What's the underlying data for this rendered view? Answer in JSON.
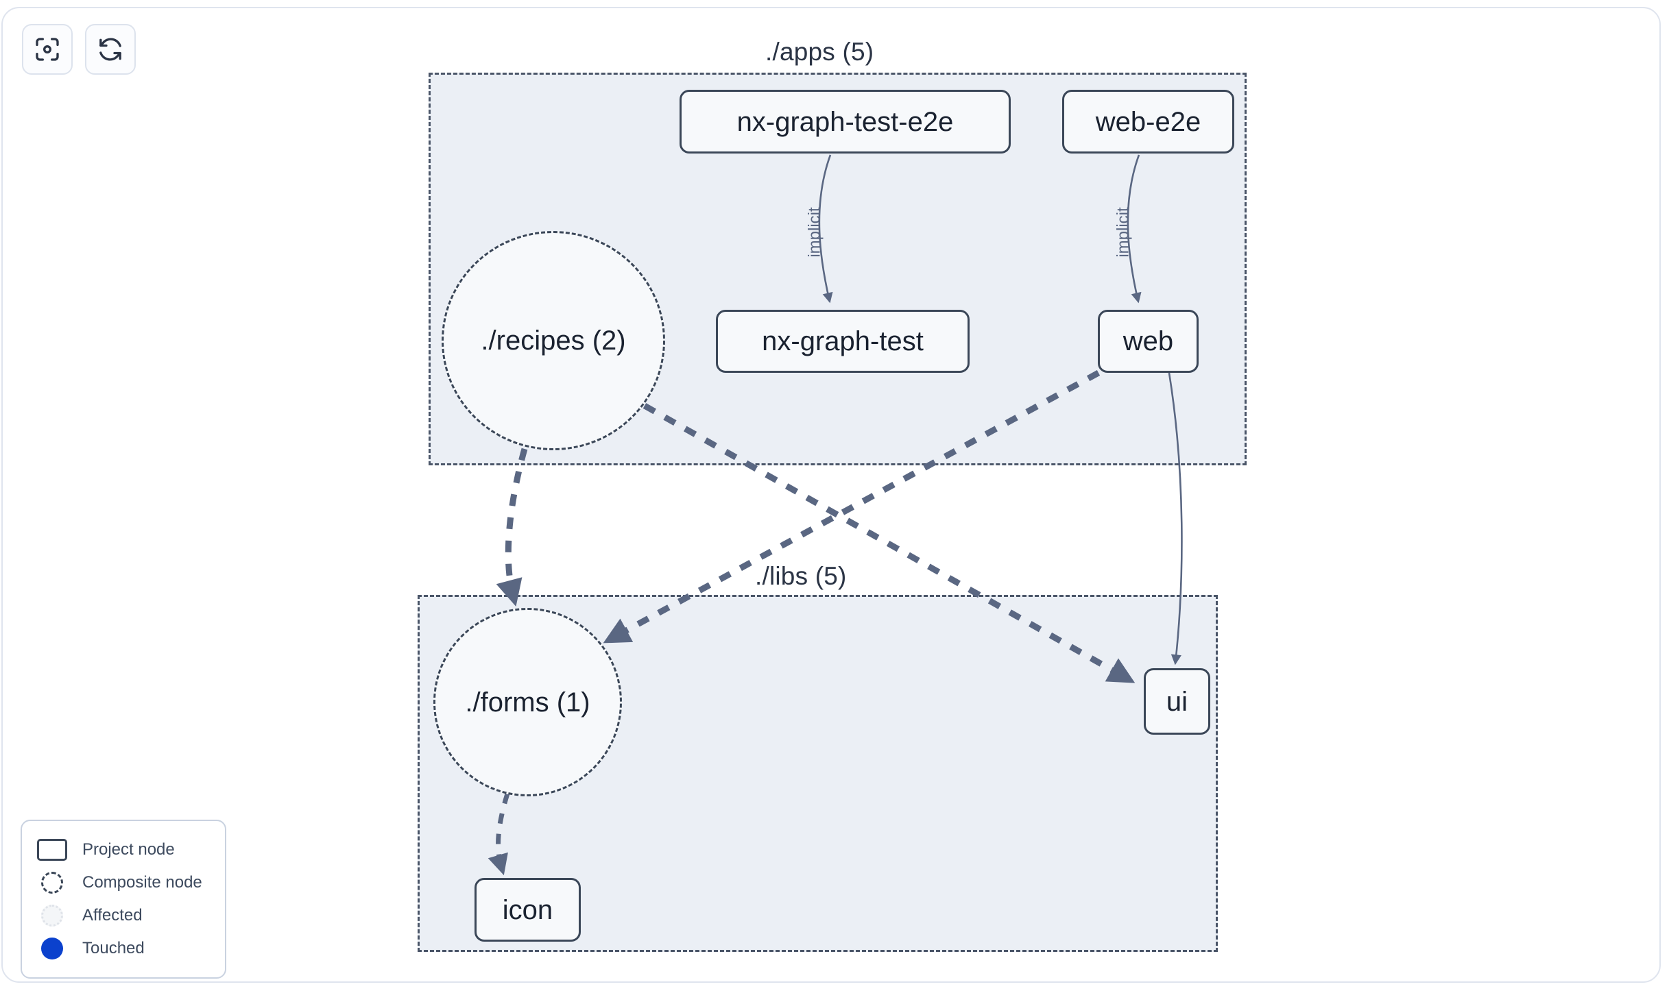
{
  "toolbar": {
    "buttons": [
      {
        "name": "focus-graph-button",
        "icon": "focus-scan-icon",
        "label": ""
      },
      {
        "name": "refresh-graph-button",
        "icon": "refresh-icon",
        "label": ""
      }
    ]
  },
  "colors": {
    "group_fill": "#ebeff5",
    "group_border": "#4a5568",
    "node_fill": "#f7f9fb",
    "node_border": "#3b4758",
    "node_text": "#1a2230",
    "edge_stroke": "#5a6782",
    "edge_label_text": "#5a6782",
    "touched_blue": "#0b41cd",
    "card_border": "#dfe4ee",
    "page_background": "#ffffff"
  },
  "graph": {
    "groups": [
      {
        "id": "apps",
        "label": "./apps (5)"
      },
      {
        "id": "libs",
        "label": "./libs (5)"
      }
    ],
    "nodes": [
      {
        "id": "nx-graph-test-e2e",
        "label": "nx-graph-test-e2e",
        "type": "project",
        "group": "apps"
      },
      {
        "id": "web-e2e",
        "label": "web-e2e",
        "type": "project",
        "group": "apps"
      },
      {
        "id": "recipes",
        "label": "./recipes (2)",
        "type": "composite",
        "group": "apps"
      },
      {
        "id": "nx-graph-test",
        "label": "nx-graph-test",
        "type": "project",
        "group": "apps"
      },
      {
        "id": "web",
        "label": "web",
        "type": "project",
        "group": "apps"
      },
      {
        "id": "forms",
        "label": "./forms (1)",
        "type": "composite",
        "group": "libs"
      },
      {
        "id": "ui",
        "label": "ui",
        "type": "project",
        "group": "libs"
      },
      {
        "id": "icon",
        "label": "icon",
        "type": "project",
        "group": "libs"
      }
    ],
    "edges": [
      {
        "source": "nx-graph-test-e2e",
        "target": "nx-graph-test",
        "label": "implicit",
        "style": "solid"
      },
      {
        "source": "web-e2e",
        "target": "web",
        "label": "implicit",
        "style": "solid"
      },
      {
        "source": "web",
        "target": "ui",
        "label": "",
        "style": "solid"
      },
      {
        "source": "recipes",
        "target": "forms",
        "label": "",
        "style": "dashed"
      },
      {
        "source": "recipes",
        "target": "ui",
        "label": "",
        "style": "dashed"
      },
      {
        "source": "web",
        "target": "forms",
        "label": "",
        "style": "dashed"
      },
      {
        "source": "forms",
        "target": "icon",
        "label": "",
        "style": "dashed"
      }
    ],
    "edge_labels": {
      "e1": "implicit",
      "e2": "implicit"
    }
  },
  "legend": {
    "items": [
      {
        "swatch": "project-node-swatch",
        "label": "Project node"
      },
      {
        "swatch": "composite-node-swatch",
        "label": "Composite node"
      },
      {
        "swatch": "affected-swatch",
        "label": "Affected"
      },
      {
        "swatch": "touched-swatch",
        "label": "Touched"
      }
    ]
  }
}
